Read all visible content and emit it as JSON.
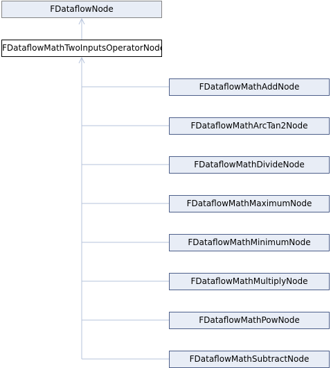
{
  "diagram": {
    "base_class": "FDataflowNode",
    "current_class": "FDataflowMathTwoInputsOperatorNode",
    "derived_classes": [
      "FDataflowMathAddNode",
      "FDataflowMathArcTan2Node",
      "FDataflowMathDivideNode",
      "FDataflowMathMaximumNode",
      "FDataflowMathMinimumNode",
      "FDataflowMathMultiplyNode",
      "FDataflowMathPowNode",
      "FDataflowMathSubtractNode"
    ],
    "colors": {
      "edge": "#b6c3db",
      "node_fill": "#e8edf6",
      "node_border": "#848484",
      "current_fill": "#ffffff",
      "current_border": "#000000"
    }
  }
}
